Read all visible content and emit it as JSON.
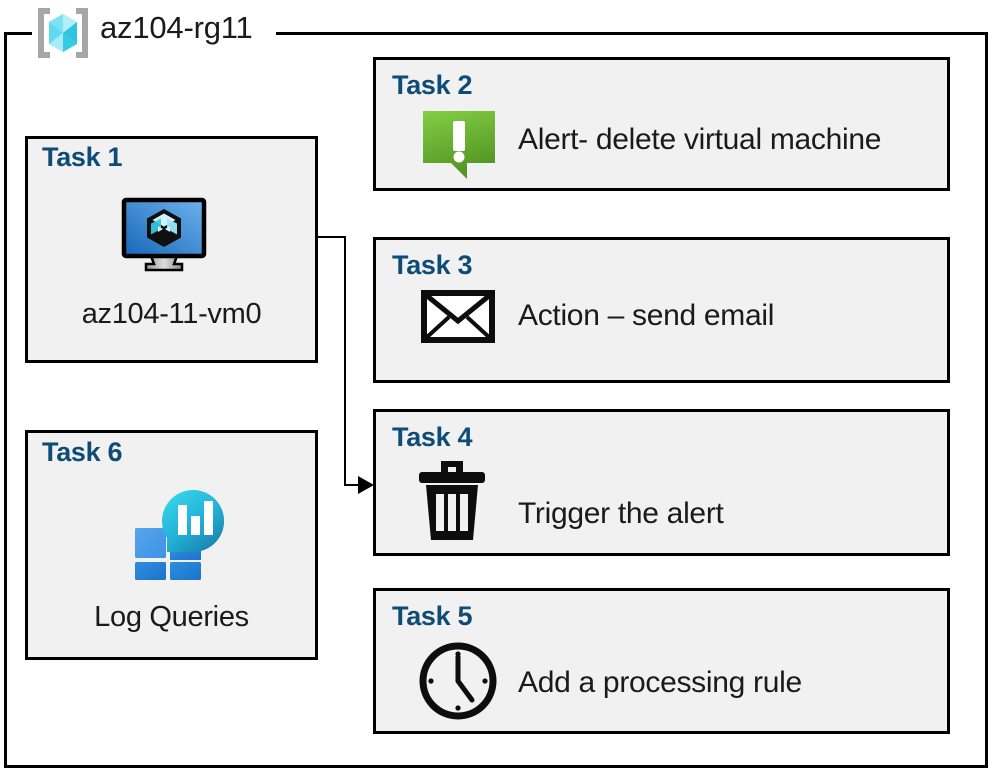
{
  "resource_group": {
    "icon": "resource-group-cube-icon",
    "name": "az104-rg11"
  },
  "tasks": [
    {
      "id": "task-1",
      "label": "Task 1",
      "icon": "virtual-machine-icon",
      "caption": "az104-11-vm0",
      "text": ""
    },
    {
      "id": "task-2",
      "label": "Task 2",
      "icon": "alert-exclamation-icon",
      "text": "Alert- delete virtual machine",
      "caption": ""
    },
    {
      "id": "task-3",
      "label": "Task 3",
      "icon": "envelope-icon",
      "text": "Action – send email",
      "caption": ""
    },
    {
      "id": "task-4",
      "label": "Task 4",
      "icon": "trash-icon",
      "text": "Trigger the alert",
      "caption": ""
    },
    {
      "id": "task-5",
      "label": "Task 5",
      "icon": "clock-icon",
      "text": "Add a processing rule",
      "caption": ""
    },
    {
      "id": "task-6",
      "label": "Task 6",
      "icon": "log-analytics-icon",
      "caption": "Log Queries",
      "text": ""
    }
  ],
  "connector": {
    "name": "vm-to-trigger-connector",
    "from": "task-1",
    "to": "task-4"
  },
  "colors": {
    "task_label": "#0f4c75",
    "box_fill": "#f1f1f1",
    "box_border": "#000000",
    "alert_green_light": "#7ac943",
    "alert_green_dark": "#5a9a28",
    "vm_screen_light": "#6aaee8",
    "vm_screen_dark": "#1667b8",
    "log_cyan": "#32d0e8",
    "log_teal": "#1f8fb5",
    "log_blue_light": "#4a9be8",
    "log_blue": "#2180d8",
    "rg_cube_light": "#9ce8f8",
    "rg_cube_mid": "#55d6ec",
    "rg_bracket": "#a6a6a6"
  }
}
